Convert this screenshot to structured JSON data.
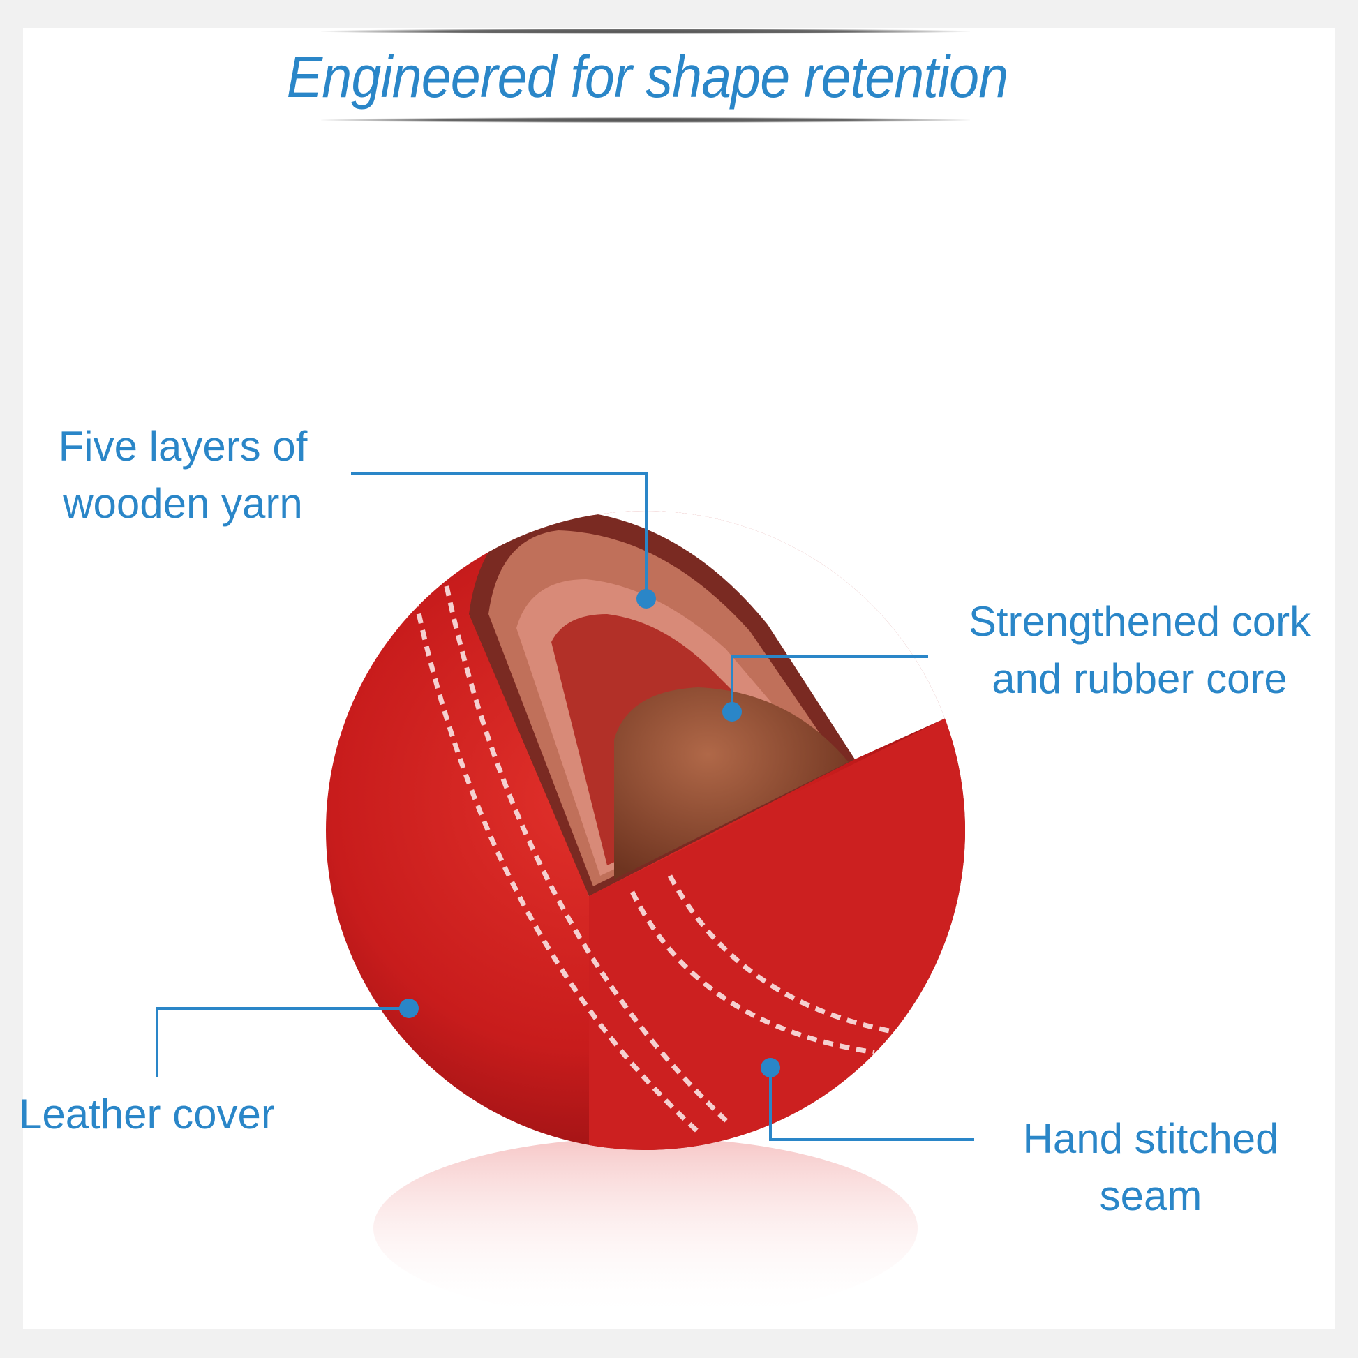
{
  "title": "Engineered for shape retention",
  "callouts": {
    "yarn": [
      "Five layers of",
      "wooden yarn"
    ],
    "core": [
      "Strengthened cork",
      "and rubber core"
    ],
    "leather": [
      "Leather cover"
    ],
    "seam": [
      "Hand stitched",
      "seam"
    ]
  },
  "colors": {
    "accent": "#2a86c8",
    "ball": "#c81c1c",
    "core": "#8a4a30"
  }
}
